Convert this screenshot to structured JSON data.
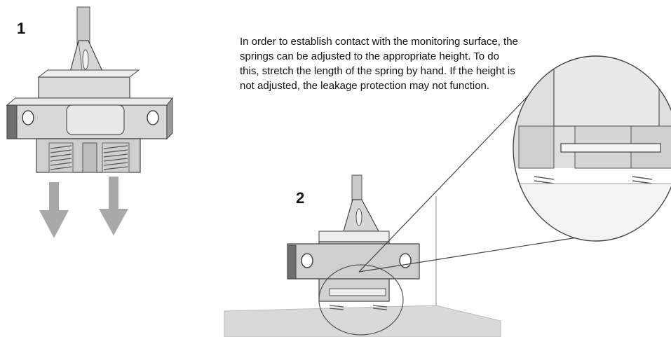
{
  "figure": {
    "step1_label": "1",
    "step2_label": "2",
    "instruction_text": "In order to establish contact with the monitoring surface, the springs can be adjusted to the appropriate height. To do this, stretch the length of the spring by hand. If the height is not adjusted, the leakage protection may not function."
  },
  "colors": {
    "body_light": "#e4e4e4",
    "body_mid": "#c9c9c9",
    "body_dark": "#8c8c8c",
    "outline": "#444444",
    "arrow": "#a9a9a9",
    "surface": "#d9d9d9"
  }
}
